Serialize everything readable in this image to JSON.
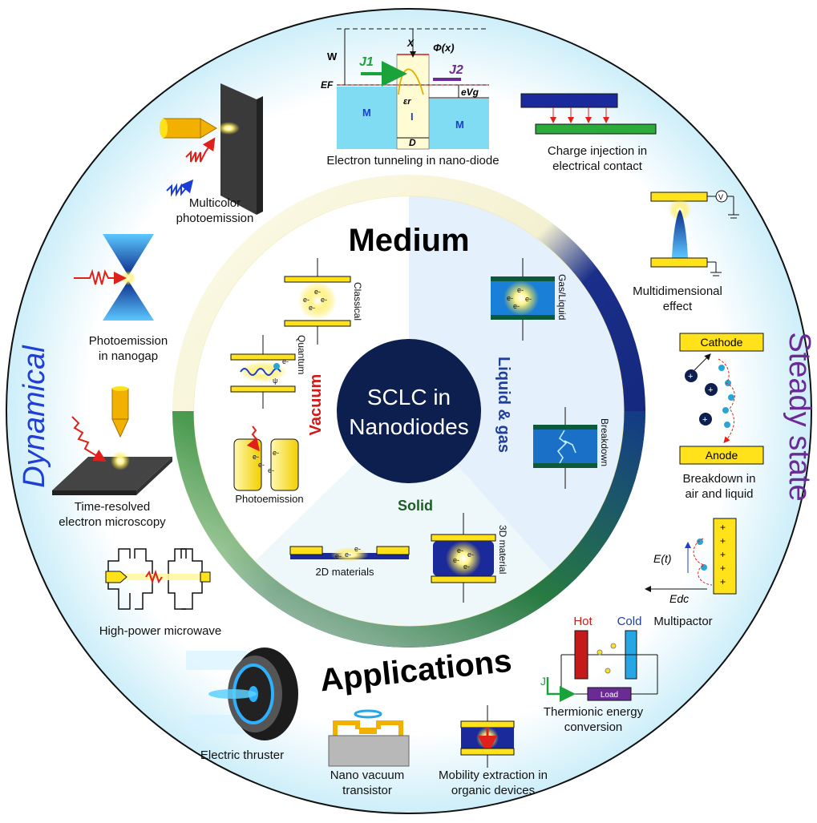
{
  "center": {
    "line1": "SCLC in",
    "line2": "Nanodiodes"
  },
  "ring": {
    "medium": "Medium",
    "applications": "Applications"
  },
  "sides": {
    "left": "Dynamical",
    "right": "Steady state"
  },
  "regions": {
    "vacuum": "Vacuum",
    "liquid_gas": "Liquid & gas",
    "solid": "Solid"
  },
  "inner": {
    "classical": "Classical",
    "quantum": "Quantum",
    "photoemission": "Photoemission",
    "gas_liquid": "Gas/Liquid",
    "breakdown": "Breakdown",
    "materials_2d": "2D materials",
    "material_3d": "3D material",
    "electron": "e-",
    "psi": "ψ"
  },
  "tunneling": {
    "caption": "Electron tunneling in nano-diode",
    "W": "W",
    "X": "X",
    "phi": "Φ(x)",
    "J1": "J1",
    "J2": "J2",
    "EF": "EF",
    "eVg": "eVg",
    "eps": "εr",
    "M_left": "M",
    "I": "I",
    "M_right": "M",
    "D": "D"
  },
  "outer": {
    "charge_injection": [
      "Charge injection in",
      "electrical contact"
    ],
    "multidimensional": [
      "Multidimensional",
      "effect"
    ],
    "volt": "V",
    "cathode": "Cathode",
    "anode": "Anode",
    "breakdown_air": [
      "Breakdown in",
      "air and liquid"
    ],
    "multipactor": "Multipactor",
    "E_t": "E(t)",
    "E_dc": "Edc",
    "hot": "Hot",
    "cold": "Cold",
    "load": "Load",
    "J": "J",
    "thermionic": [
      "Thermionic energy",
      "conversion"
    ],
    "mobility": [
      "Mobility extraction in",
      "organic devices"
    ],
    "nano_vacuum": [
      "Nano vacuum",
      "transistor"
    ],
    "thruster": "Electric thruster",
    "microwave": "High-power microwave",
    "time_resolved": [
      "Time-resolved",
      "electron microscopy"
    ],
    "nanogap": [
      "Photoemission",
      "in nanogap"
    ],
    "multicolor": [
      "Multicolor",
      "photoemission"
    ]
  },
  "colors": {
    "outer_ring": "#dff3fb",
    "center": "#0d1f4e",
    "vacuum": "#d11a1a",
    "liquid_gas": "#1f3f9a",
    "solid": "#1d5e22",
    "dynamical": "#1f3fd6",
    "steady": "#6a2b95",
    "plate": "#ffe21a"
  }
}
